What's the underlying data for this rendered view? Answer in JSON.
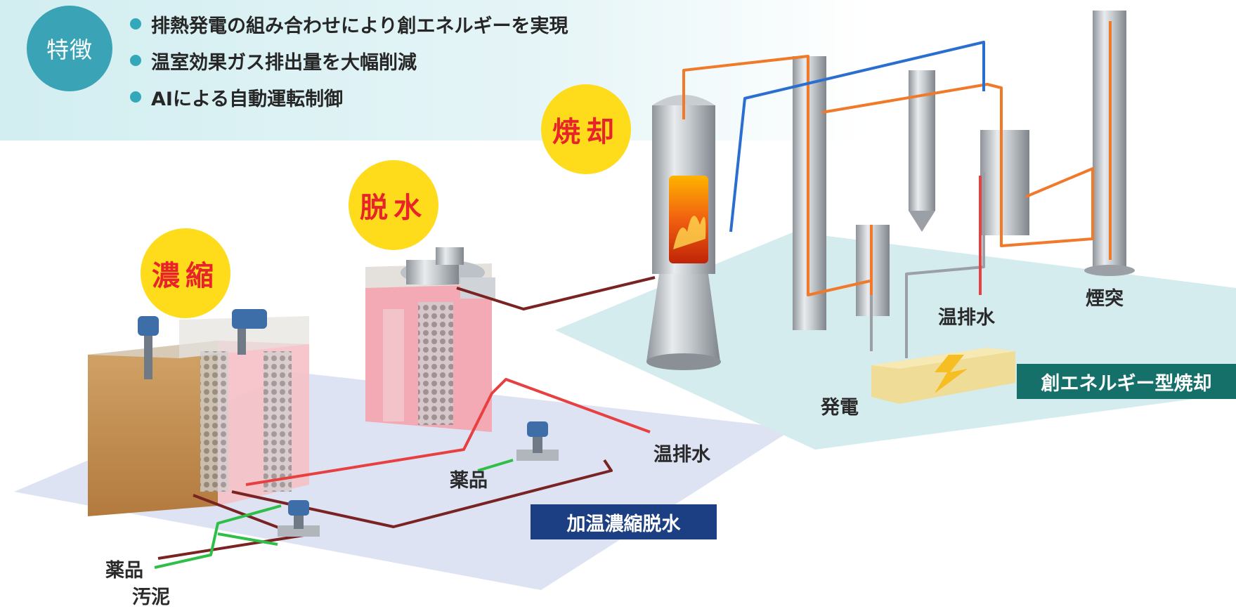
{
  "feature_badge": "特徴",
  "features": [
    "排熱発電の組み合わせにより創エネルギーを実現",
    "温室効果ガス排出量を大幅削減",
    "AIによる自動運転制御"
  ],
  "processes": {
    "concentration": "濃縮",
    "dewatering": "脱水",
    "incineration": "焼却"
  },
  "labels": {
    "chem_left": "薬品",
    "sludge": "汚泥",
    "chem_mid": "薬品",
    "warm_water_left": "温排水",
    "warm_water_right": "温排水",
    "power": "発電",
    "chimney": "煙突"
  },
  "section_labels": {
    "heated_dewatering": "加温濃縮脱水",
    "energy_incineration": "創エネルギー型焼却"
  },
  "colors": {
    "accent_teal": "#3aa3b6",
    "circle_yellow": "#fedc1c",
    "process_red": "#e8232a",
    "navy_box": "#1c3f84",
    "teal_box": "#16706a",
    "flow_orange": "#f07a2a",
    "flow_blue": "#2a6fd0",
    "flow_dark_red": "#7a2323",
    "flow_red": "#e84040",
    "flow_green": "#2fbf48"
  }
}
